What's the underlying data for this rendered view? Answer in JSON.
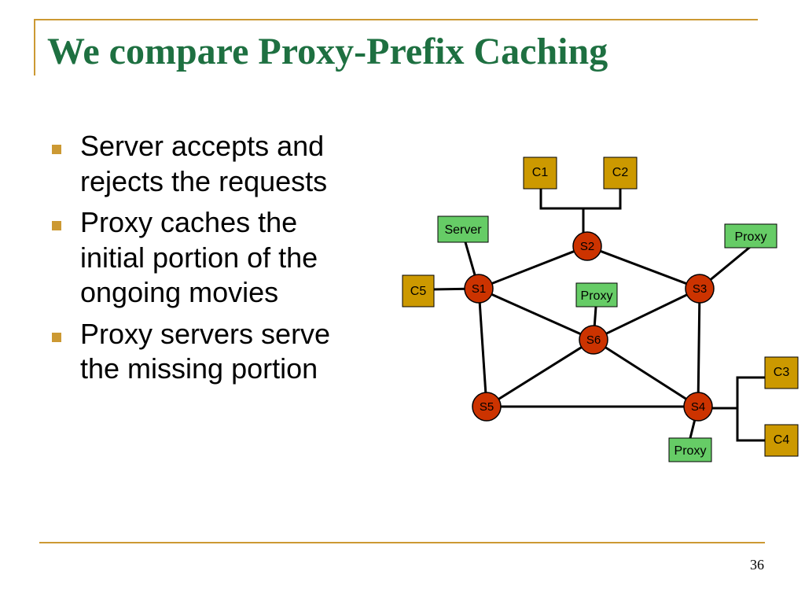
{
  "slide": {
    "title": "We compare Proxy-Prefix Caching",
    "bullets": [
      "Server accepts and rejects the requests",
      "Proxy caches the initial portion of the ongoing movies",
      "Proxy servers serve the missing portion"
    ],
    "page_number": "36"
  },
  "diagram": {
    "colors": {
      "router_fill": "#cc3300",
      "client_fill": "#cc9900",
      "proxy_fill": "#66cc66",
      "server_fill": "#66cc66",
      "link_stroke": "#000000",
      "accent": "#cc9933",
      "title_color": "#1e7041"
    },
    "routers": [
      "S1",
      "S2",
      "S3",
      "S4",
      "S5",
      "S6"
    ],
    "clients": [
      "C1",
      "C2",
      "C3",
      "C4",
      "C5"
    ],
    "server_label": "Server",
    "proxy_labels": [
      "Proxy",
      "Proxy",
      "Proxy"
    ],
    "links": [
      [
        "S1",
        "S2"
      ],
      [
        "S2",
        "S3"
      ],
      [
        "S1",
        "S5"
      ],
      [
        "S1",
        "S6"
      ],
      [
        "S3",
        "S6"
      ],
      [
        "S3",
        "S4"
      ],
      [
        "S5",
        "S6"
      ],
      [
        "S6",
        "S4"
      ],
      [
        "S5",
        "S4"
      ],
      [
        "C5",
        "S1"
      ],
      [
        "Server",
        "S1"
      ],
      [
        "Proxy-S3",
        "S3"
      ],
      [
        "Proxy-S6",
        "S6"
      ],
      [
        "Proxy-S4",
        "S4"
      ],
      [
        "C1",
        "S2"
      ],
      [
        "C2",
        "S2"
      ],
      [
        "C3",
        "S4"
      ],
      [
        "C4",
        "S4"
      ]
    ]
  }
}
